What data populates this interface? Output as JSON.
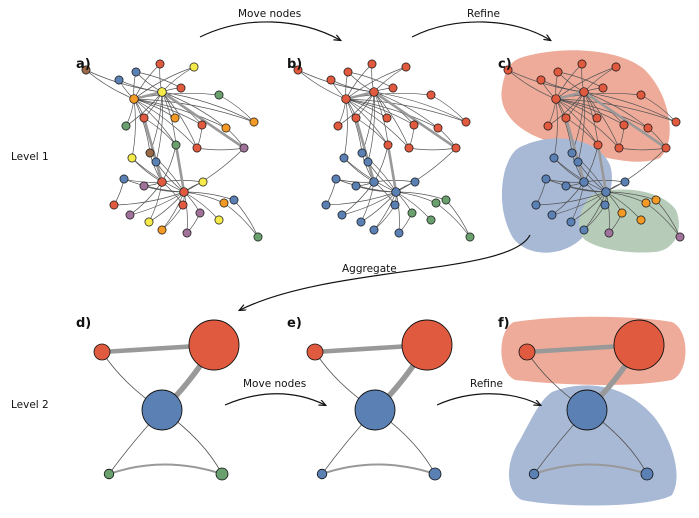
{
  "levels": {
    "level1": "Level 1",
    "level2": "Level 2"
  },
  "panels": {
    "a": "a)",
    "b": "b)",
    "c": "c)",
    "d": "d)",
    "e": "e)",
    "f": "f)"
  },
  "arrows": {
    "move_top": "Move nodes",
    "refine_top": "Refine",
    "aggregate": "Aggregate",
    "move_bottom": "Move nodes",
    "refine_bottom": "Refine"
  },
  "colors": {
    "red": "#e05a40",
    "blue": "#5b80b3",
    "green": "#6a9f6e",
    "orange": "#f39a26",
    "yellow": "#f4eb4a",
    "purple": "#a0729a",
    "brown": "#9a6a48",
    "red_hull": "#eeab9a",
    "blue_hull": "#a8b9d6",
    "green_hull": "#b6ccb8",
    "edge": "#555555",
    "heavy_edge": "#999999"
  }
}
